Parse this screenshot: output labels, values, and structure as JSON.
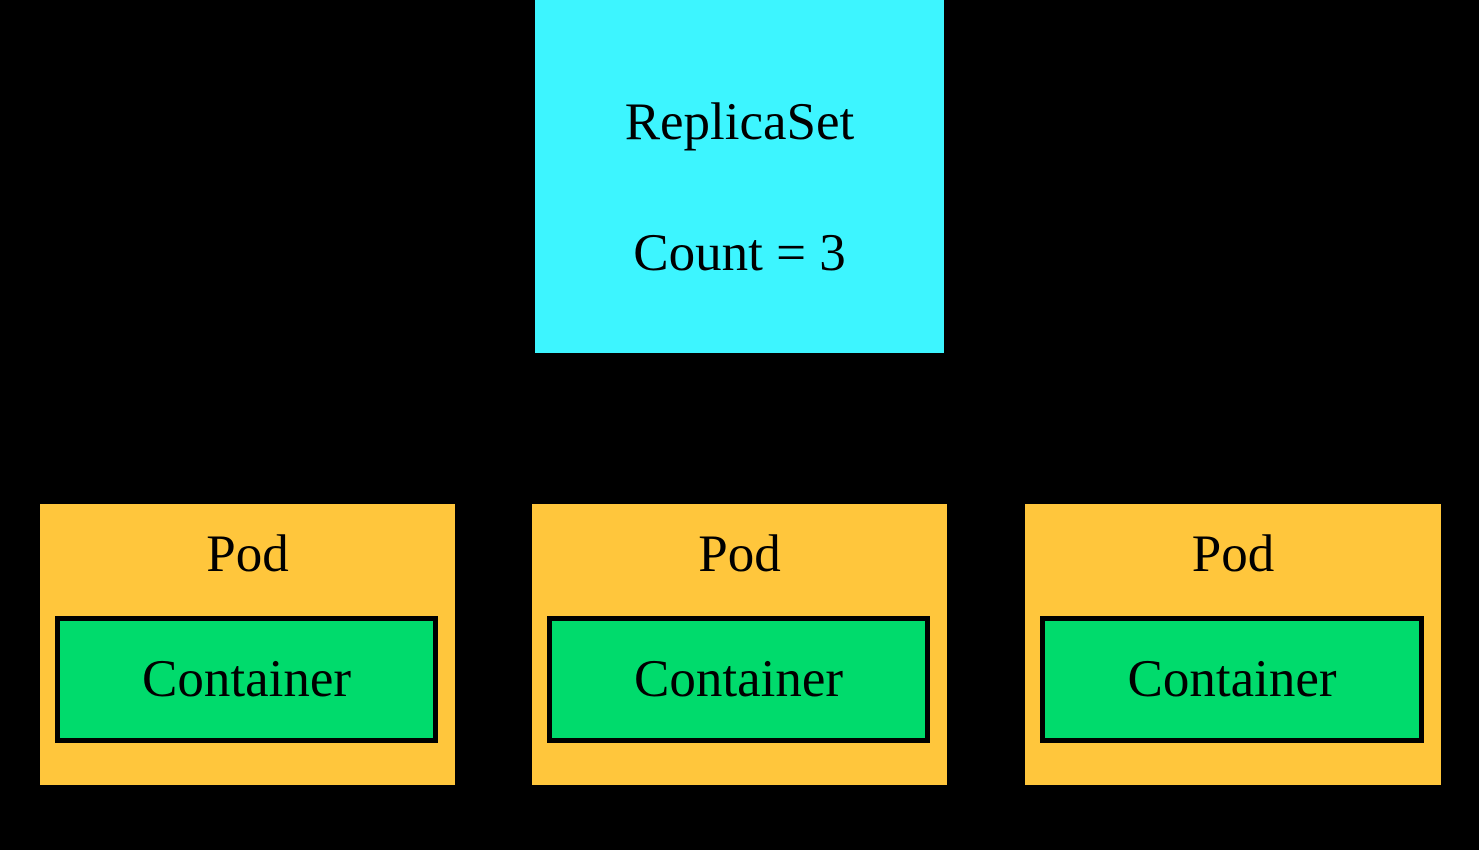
{
  "diagram": {
    "background_color": "#000000",
    "replicaset": {
      "label": "ReplicaSet",
      "count_label": "Count = 3",
      "fill_color": "#3DF5FF",
      "border_color": "#000000"
    },
    "pods": [
      {
        "label": "Pod",
        "fill_color": "#FFC63C",
        "container": {
          "label": "Container",
          "fill_color": "#00DB6C",
          "border_color": "#000000"
        }
      },
      {
        "label": "Pod",
        "fill_color": "#FFC63C",
        "container": {
          "label": "Container",
          "fill_color": "#00DB6C",
          "border_color": "#000000"
        }
      },
      {
        "label": "Pod",
        "fill_color": "#FFC63C",
        "container": {
          "label": "Container",
          "fill_color": "#00DB6C",
          "border_color": "#000000"
        }
      }
    ]
  }
}
